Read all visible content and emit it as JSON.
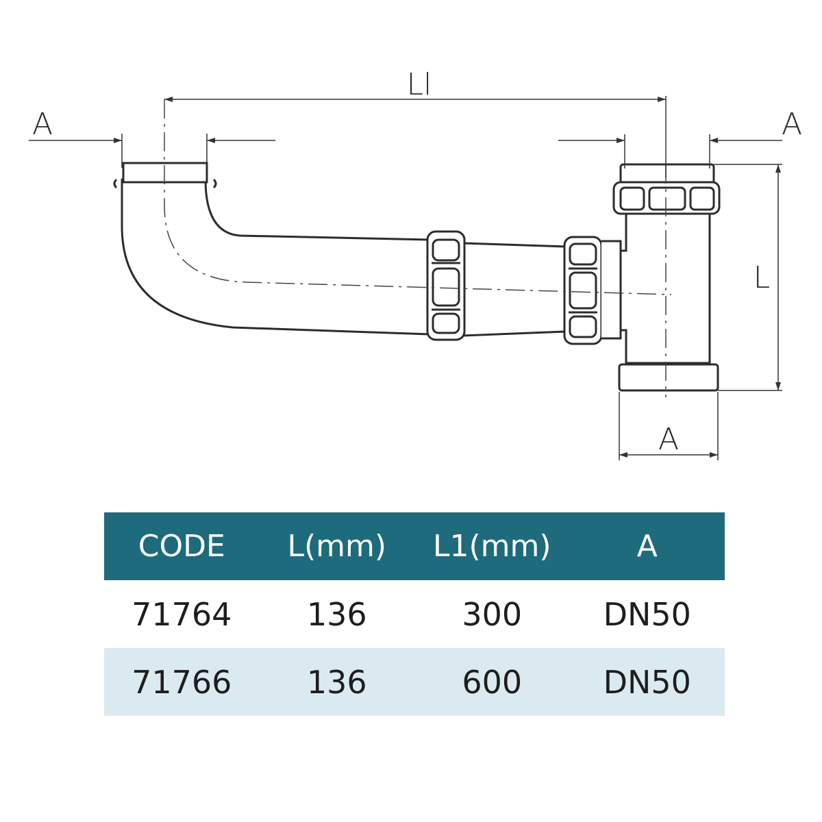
{
  "drawing": {
    "labels": {
      "top_length": "Ll",
      "left_socket": "A",
      "right_socket": "A",
      "height": "L",
      "bottom_socket": "A"
    }
  },
  "table": {
    "header_color": "#1d6b7c",
    "alt_row_color": "#dbeaf1",
    "headers": [
      "CODE",
      "L(mm)",
      "L1(mm)",
      "A"
    ],
    "rows": [
      [
        "71764",
        "136",
        "300",
        "DN50"
      ],
      [
        "71766",
        "136",
        "600",
        "DN50"
      ]
    ]
  }
}
